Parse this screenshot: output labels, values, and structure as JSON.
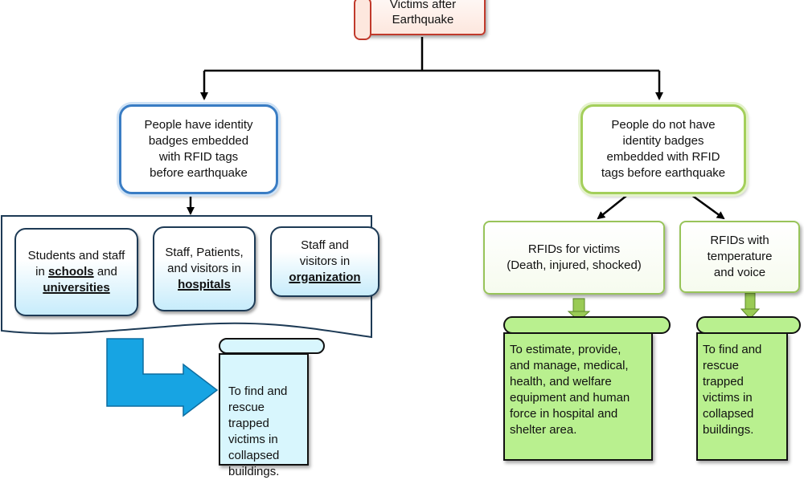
{
  "nodes": {
    "top": "Victims after\nEarthquake",
    "left_branch": "People have identity\nbadges embedded\nwith RFID tags\nbefore earthquake",
    "right_branch": "People do not have\nidentity badges\nembedded with RFID\ntags before earthquake"
  },
  "groups": {
    "schools": {
      "line1": "Students and staff",
      "prefix": "in ",
      "bold": "schools",
      "suffix": " and",
      "bold2": "universities"
    },
    "hospitals": {
      "line1": "Staff, Patients,",
      "line2": "and visitors in",
      "bold": "hospitals"
    },
    "organization": {
      "line1": "Staff and",
      "line2": "visitors in",
      "bold": "organization"
    }
  },
  "rfid": {
    "victims": "RFIDs for victims\n(Death, injured, shocked)",
    "sensor": "RFIDs with\ntemperature\nand voice"
  },
  "outcomes": {
    "left_rescue": "To find and\nrescue\ntrapped\nvictims in\ncollapsed\nbuildings.",
    "medical": "To estimate, provide,\nand manage, medical,\nhealth, and welfare\nequipment and human\nforce in hospital and\nshelter area.",
    "right_rescue": "To find and\nrescue\ntrapped\nvictims in\ncollapsed\nbuildings."
  },
  "colors": {
    "top_border": "#c0392b",
    "blue_border": "#3a7dc4",
    "green_border": "#a4cf5b",
    "card_fill": "#c7ecfb",
    "cyan_note": "#d8f6fd",
    "green_note": "#b9f08f",
    "arrow_blue": "#17a4e3"
  }
}
